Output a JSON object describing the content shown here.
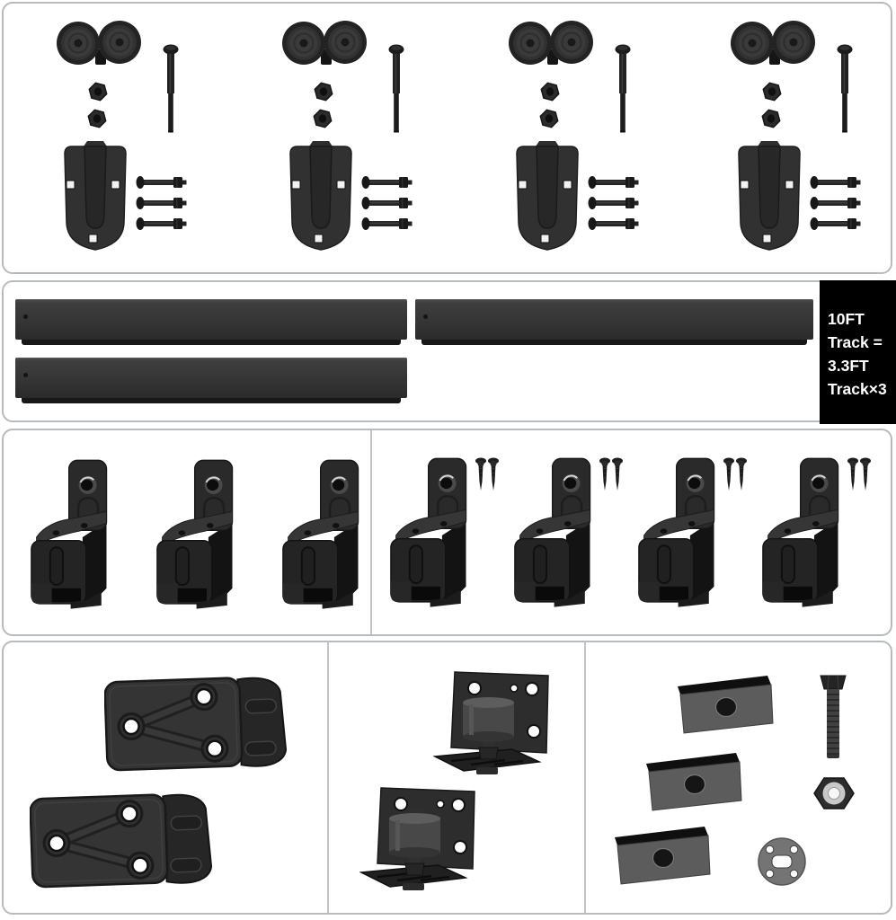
{
  "colors": {
    "background": "#ffffff",
    "panel_border": "#b7bbbd",
    "panel_fill": "#ffffff",
    "hardware_black": "#262626",
    "hardware_mid": "#3a3a3a",
    "hardware_gray": "#5c5c5c",
    "label_bg": "#000000",
    "label_text": "#ffffff"
  },
  "track_info_box": {
    "lines": [
      "10FT",
      "Track =",
      "3.3FT",
      "Track×3"
    ]
  },
  "panels": {
    "roller_hangers": {
      "set_count": 4,
      "parts_per_set": {
        "roller_wheels": 2,
        "long_hex_bolt": 1,
        "hex_nuts": 2,
        "hanger_strap": 1,
        "carriage_bolts_with_nuts": 3
      }
    },
    "tracks": {
      "rail_count": 3
    },
    "wall_brackets": {
      "plain_bracket_count": 3,
      "bracket_with_screws_count": 4,
      "screws_per_bracket": 2
    },
    "accessories": {
      "door_handles": 2,
      "adjustable_floor_guides": 2,
      "spacer_blocks": 3,
      "hex_bolt": 1,
      "hex_nut": 1,
      "flange_connector": 1
    }
  }
}
